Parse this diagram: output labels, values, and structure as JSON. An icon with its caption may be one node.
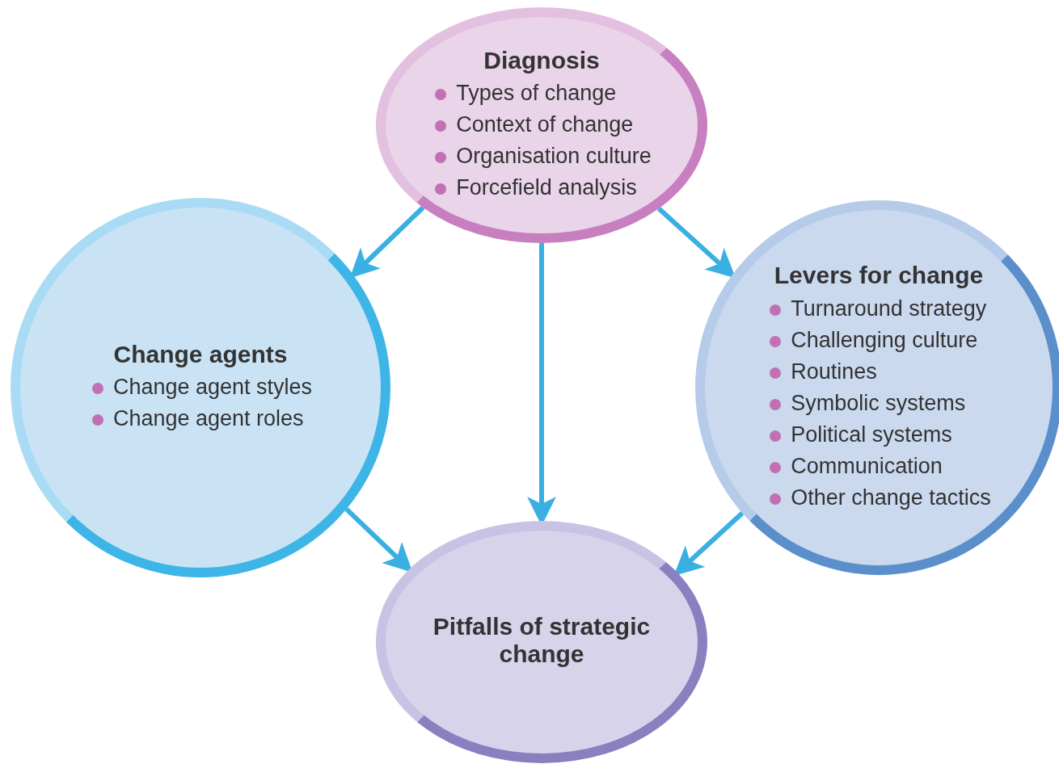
{
  "diagram": {
    "nodes": [
      {
        "text": [
          "Diagnosis",
          "Types of change",
          "Context of change",
          "Organisation culture",
          "Forcefield analysis"
        ]
      },
      {
        "text": [
          "Change agents",
          "Change agent styles",
          "Change agent roles"
        ]
      },
      {
        "text": [
          "Levers for change",
          "Turnaround strategy",
          "Challenging culture",
          "Routines",
          "Symbolic systems",
          "Political systems",
          "Communication",
          "Other change tactics"
        ]
      },
      {
        "text": [
          "Pitfalls of strategic change"
        ]
      }
    ],
    "edges": [
      {
        "from": 0,
        "to": 1,
        "arrow": "to"
      },
      {
        "from": 0,
        "to": 3,
        "arrow": "to"
      },
      {
        "from": 0,
        "to": 2,
        "arrow": "to"
      },
      {
        "from": 1,
        "to": 3,
        "arrow": "to"
      },
      {
        "from": 2,
        "to": 3,
        "arrow": "to"
      }
    ]
  }
}
